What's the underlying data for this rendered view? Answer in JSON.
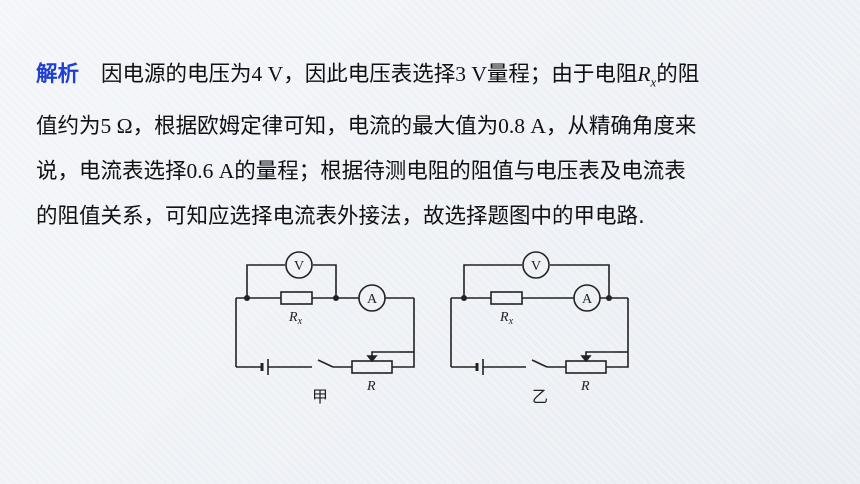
{
  "analysis": {
    "label": "解析",
    "line1_a": "因电源的电压为",
    "line1_v1": "4 V",
    "line1_b": "，因此电压表选择",
    "line1_v2": "3 V",
    "line1_c": "量程；由于电阻",
    "rx_symbol": "R",
    "rx_sub": "x",
    "line1_d": "的阻",
    "line2_a": "值约为",
    "line2_v1": "5 Ω",
    "line2_b": "，根据欧姆定律可知，电流的最大值为",
    "line2_v2": "0.8 A",
    "line2_c": "，从精确角度来",
    "line3_a": "说，电流表选择",
    "line3_v1": "0.6 A",
    "line3_b": "的量程；根据待测电阻的阻值与电压表及电流表",
    "line4": "的阻值关系，可知应选择电流表外接法，故选择题图中的甲电路."
  },
  "circuits": {
    "left_caption": "甲",
    "right_caption": "乙",
    "voltmeter": "V",
    "ammeter": "A",
    "resistor_label": "R",
    "resistor_sub": "x",
    "rheostat_label": "R"
  }
}
